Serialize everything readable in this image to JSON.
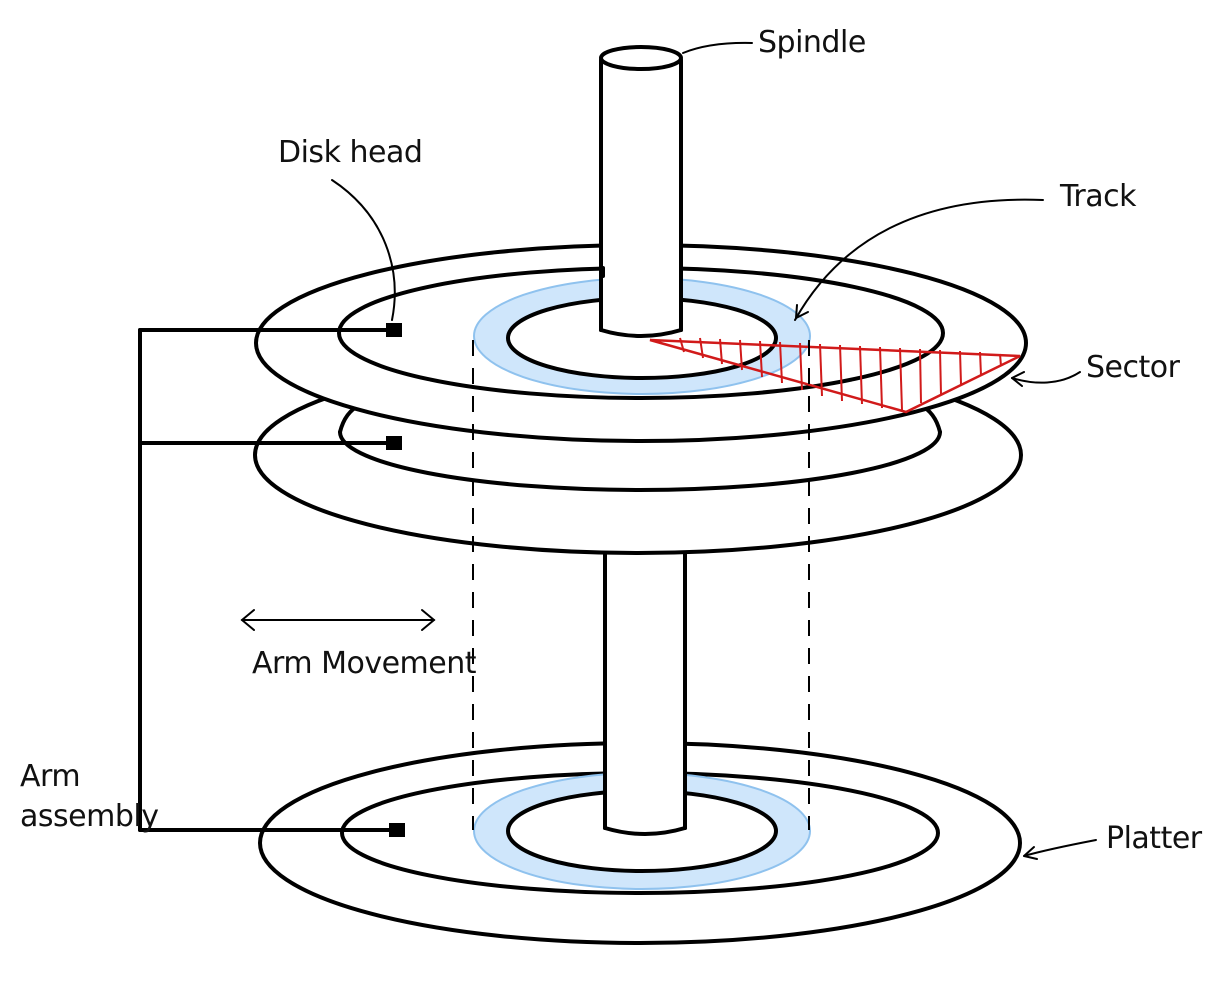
{
  "labels": {
    "spindle": "Spindle",
    "disk_head": "Disk head",
    "track": "Track",
    "sector": "Sector",
    "arm_movement": "Arm Movement",
    "arm_assembly_line1": "Arm",
    "arm_assembly_line2": "assembly",
    "platter": "Platter"
  },
  "colors": {
    "track_fill": "#cfe6fb",
    "track_stroke": "#8fc2ee",
    "sector": "#d11a1a",
    "ink": "#000000"
  }
}
